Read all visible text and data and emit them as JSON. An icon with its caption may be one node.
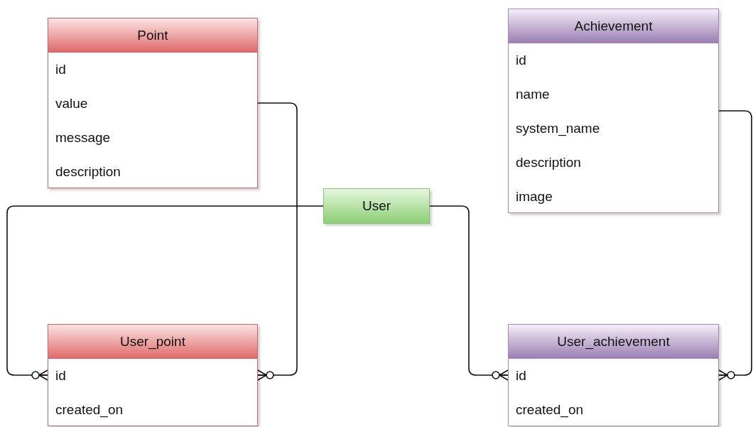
{
  "diagram": {
    "nodes": [
      {
        "text": [
          "Point",
          "id",
          "value",
          "message",
          "description"
        ]
      },
      {
        "text": [
          "Achievement",
          "id",
          "name",
          "system_name",
          "description",
          "image"
        ]
      },
      {
        "text": [
          "User"
        ]
      },
      {
        "text": [
          "User_point",
          "id",
          "created_on"
        ]
      },
      {
        "text": [
          "User_achievement",
          "id",
          "created_on"
        ]
      }
    ],
    "edges": [
      {
        "from": 0,
        "to": 3,
        "arrow": "other"
      },
      {
        "from": 2,
        "to": 3,
        "arrow": "other"
      },
      {
        "from": 2,
        "to": 4,
        "arrow": "other"
      },
      {
        "from": 1,
        "to": 4,
        "arrow": "other"
      }
    ]
  }
}
